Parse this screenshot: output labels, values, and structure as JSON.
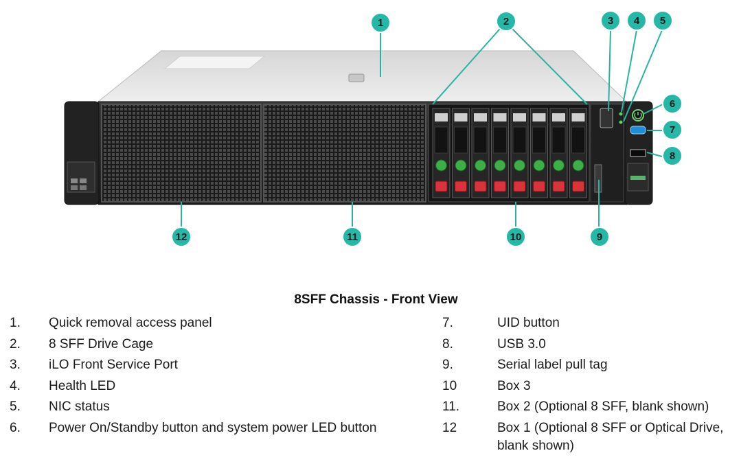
{
  "caption": "8SFF Chassis - Front View",
  "callouts": [
    "1",
    "2",
    "3",
    "4",
    "5",
    "6",
    "7",
    "8",
    "9",
    "10",
    "11",
    "12"
  ],
  "legend": [
    {
      "num": "1.",
      "text": "Quick removal access panel"
    },
    {
      "num": "2.",
      "text": "8 SFF Drive Cage"
    },
    {
      "num": "3.",
      "text": "iLO Front Service Port"
    },
    {
      "num": "4.",
      "text": "Health LED"
    },
    {
      "num": "5.",
      "text": "NIC status"
    },
    {
      "num": "6.",
      "text": "Power On/Standby button and system power LED button"
    },
    {
      "num": "7.",
      "text": "UID button"
    },
    {
      "num": "8.",
      "text": "USB 3.0"
    },
    {
      "num": "9.",
      "text": "Serial label pull tag"
    },
    {
      "num": "10",
      "text": "Box 3"
    },
    {
      "num": "11.",
      "text": "Box 2 (Optional 8 SFF, blank shown)"
    },
    {
      "num": "12",
      "text": "Box 1 (Optional 8 SFF or Optical Drive, blank shown)"
    }
  ],
  "colors": {
    "callout_fill": "#26b8a6",
    "callout_line": "#2ab3a3",
    "drive_green": "#3fae49",
    "drive_red": "#d9343b",
    "uid_blue": "#1e8fd6"
  }
}
